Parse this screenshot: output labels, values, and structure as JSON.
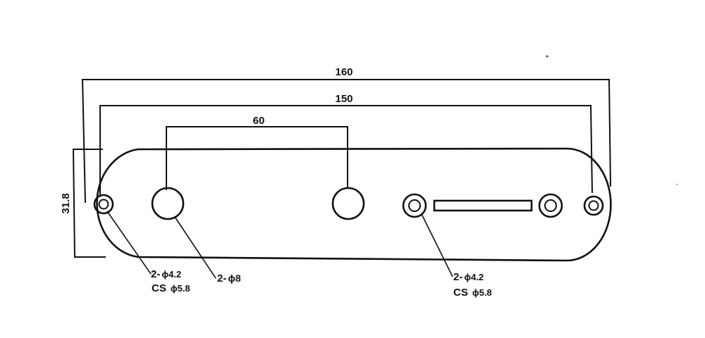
{
  "dimensions": {
    "overall_length": "160",
    "hole_span": "150",
    "pot_spacing": "60",
    "plate_width": "31.8"
  },
  "callouts": {
    "left_screw_qty": "2-",
    "left_screw_dia": "ϕ4.2",
    "left_countersink": "CS",
    "left_countersink_dia": "ϕ5.8",
    "pot_qty": "2-",
    "pot_dia": "ϕ8",
    "right_screw_qty": "2-",
    "right_screw_dia": "ϕ4.2",
    "right_countersink": "CS",
    "right_countersink_dia": "ϕ5.8"
  }
}
